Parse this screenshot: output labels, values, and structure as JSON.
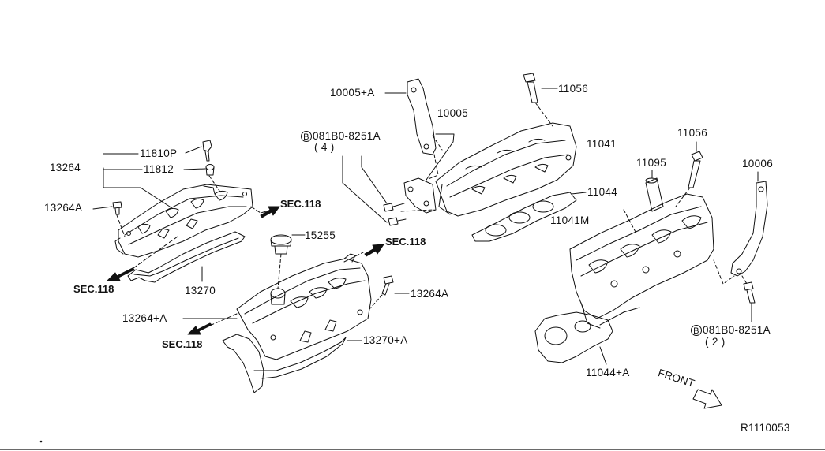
{
  "labels": {
    "p10005a": "10005+A",
    "p11056a": "11056",
    "p10005": "10005",
    "bolt_a_circle": "B",
    "bolt_a_num": "081B0-8251A",
    "bolt_a_qty": "( 4 )",
    "p11041": "11041",
    "p11056b": "11056",
    "p11095": "11095",
    "p10006": "10006",
    "p11044": "11044",
    "p11041m": "11041M",
    "p13264": "13264",
    "p11810p": "11810P",
    "p11812": "11812",
    "p13264a_left": "13264A",
    "sec118_a": "SEC.118",
    "p15255": "15255",
    "sec118_b": "SEC.118",
    "sec118_c": "SEC.118",
    "p13270": "13270",
    "p13264a_mid": "13264A",
    "p13264pa": "13264+A",
    "sec118_d": "SEC.118",
    "p13270pa": "13270+A",
    "bolt_b_circle": "B",
    "bolt_b_num": "081B0-8251A",
    "bolt_b_qty": "( 2 )",
    "p11044a": "11044+A",
    "front": "FRONT",
    "ref": "R1110053"
  },
  "style": {
    "line": "#111111",
    "background": "#ffffff"
  }
}
